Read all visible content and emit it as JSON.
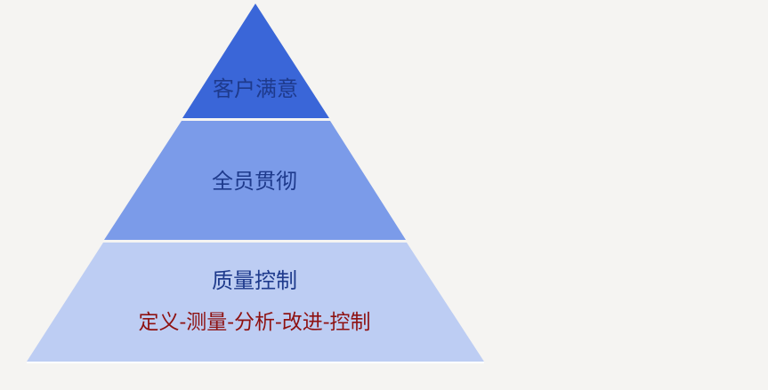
{
  "pyramid": {
    "levels": [
      {
        "label": "客户满意",
        "color": "#3a66d8"
      },
      {
        "label": "全员贯彻",
        "color": "#7b9be9"
      },
      {
        "label": "质量控制",
        "sublabel": "定义-测量-分析-改进-控制",
        "color": "#bdcdf3"
      }
    ],
    "text_color": "#1e3a8c",
    "sublabel_color": "#8e1111"
  }
}
